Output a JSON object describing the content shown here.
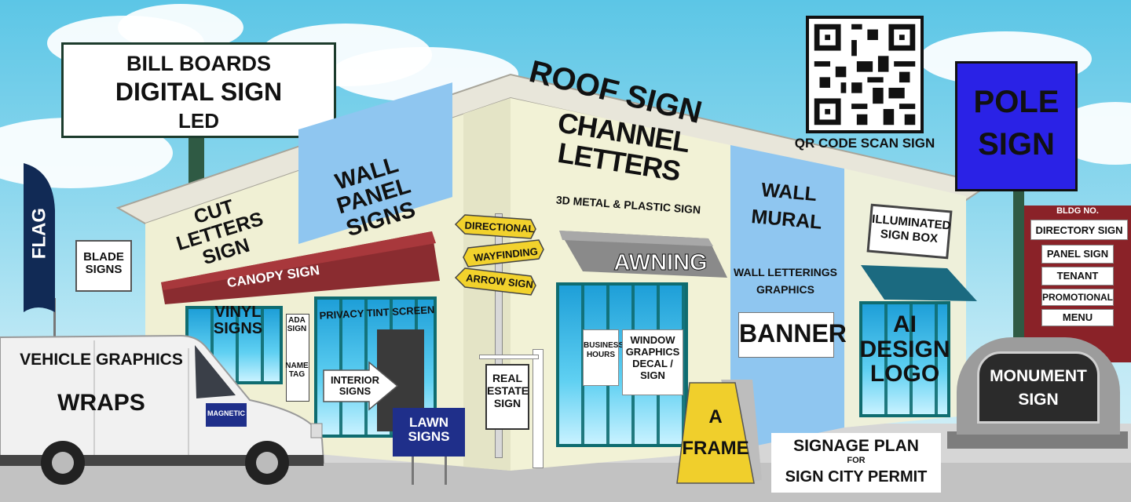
{
  "billboard": {
    "line1": "BILL BOARDS",
    "line2": "DIGITAL SIGN",
    "line3": "LED"
  },
  "roof_sign": "ROOF SIGN",
  "qr": {
    "caption": "QR CODE SCAN SIGN"
  },
  "pole_sign": "POLE\nSIGN",
  "flag": "FLAG",
  "blade": "BLADE\nSIGNS",
  "cut_letters": "CUT LETTERS\nSIGN",
  "wall_panel": "WALL PANEL\nSIGNS",
  "channel_letters": "CHANNEL LETTERS",
  "metal_plastic": "3D METAL & PLASTIC SIGN",
  "wall_mural": "WALL\nMURAL",
  "wall_letterings": "WALL LETTERINGS\nGRAPHICS",
  "banner": "BANNER",
  "sign_box": "ILLUMINATED\nSIGN BOX",
  "canopy": "CANOPY SIGN",
  "vinyl": "VINYL\nSIGNS",
  "ada": "ADA\nSIGN",
  "name_tag": "NAME\nTAG",
  "privacy": "PRIVACY TINT SCREEN",
  "interior": "INTERIOR\nSIGNS",
  "directional": [
    "DIRECTIONAL",
    "WAYFINDING",
    "ARROW SIGN"
  ],
  "awning": "AWNING",
  "business_hours": "BUSINESS\nHOURS",
  "window_graphics": "WINDOW\nGRAPHICS\nDECAL / SIGN",
  "real_estate": "REAL\nESTATE\nSIGN",
  "lawn": "LAWN\nSIGNS",
  "a_frame": "A\nFRAME",
  "ai_design": "AI\nDESIGN\nLOGO",
  "directory": {
    "header": "BLDG NO.",
    "items": [
      "DIRECTORY SIGN",
      "PANEL SIGN",
      "TENANT",
      "PROMOTIONAL",
      "MENU"
    ]
  },
  "monument": "MONUMENT\nSIGN",
  "van": {
    "graphics": "VEHICLE GRAPHICS",
    "wraps": "WRAPS",
    "magnetic": "MAGNETIC"
  },
  "signage_plan": {
    "line1": "SIGNAGE PLAN",
    "line2": "FOR",
    "line3": "SIGN CITY PERMIT"
  },
  "colors": {
    "roof": "#e8e6da",
    "wall_cream": "#f0f0d4",
    "wall_blue": "#8fc6f0",
    "canopy": "#8a2c30",
    "pole_blue": "#2a22e6",
    "flag_navy": "#112a55"
  }
}
